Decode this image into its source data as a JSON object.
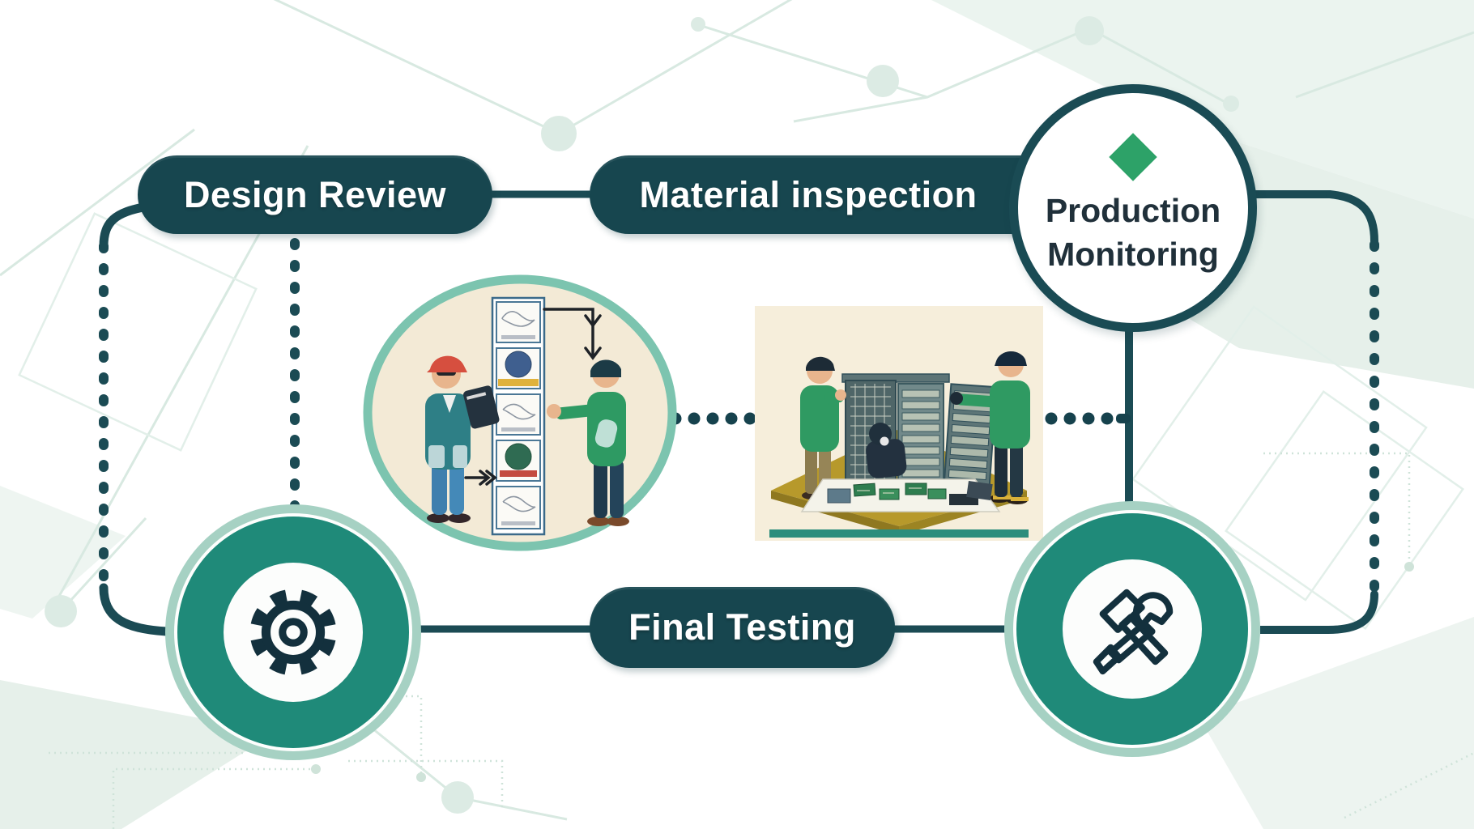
{
  "diagram": {
    "type": "quality-control-process-flow",
    "nodes": {
      "design_review": {
        "label": "Design Review",
        "shape": "pill"
      },
      "material_inspection": {
        "label": "Material inspection",
        "shape": "pill"
      },
      "production_monitoring": {
        "line1": "Production",
        "line2": "Monitoring",
        "shape": "circle",
        "icon": "diamond-icon"
      },
      "final_testing": {
        "label": "Final Testing",
        "shape": "pill"
      },
      "gear_node": {
        "icon": "gear-icon",
        "shape": "circle"
      },
      "tools_node": {
        "icon": "hammer-wrench-icon",
        "shape": "circle"
      }
    },
    "illustrations": {
      "design_discussion": {
        "alt": "Two workers discussing a vertical column of framed design sketches inside a circular vignette"
      },
      "inspection_scene": {
        "alt": "Two workers inspecting equipment racks and circuit boards laid out on a platform"
      }
    },
    "colors": {
      "pill_dark_teal": "#17464f",
      "connector_teal": "#1b4b54",
      "node_teal": "#1f8a79",
      "node_ring_light": "#a6d1c3",
      "diamond_green": "#2da268",
      "icon_navy": "#13303d",
      "illustration_cream": "#f4ecd8",
      "illustration_ring": "#7cc4af",
      "pattern_mint": "#e6f0ea",
      "background": "#ffffff"
    }
  }
}
